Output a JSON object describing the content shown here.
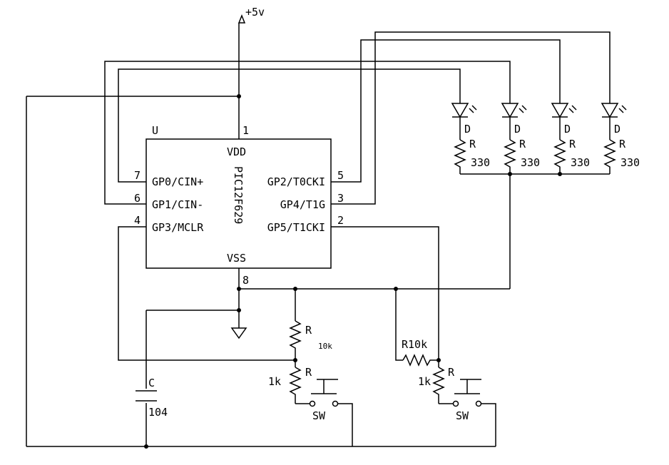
{
  "supply": "+5v",
  "chip": {
    "ref": "U",
    "part": "PIC12F629",
    "vdd": "VDD",
    "vss": "VSS",
    "pins": {
      "p1": "1",
      "p2": "2",
      "p3": "3",
      "p4": "4",
      "p5": "5",
      "p6": "6",
      "p7": "7",
      "p8": "8"
    },
    "left_labels": [
      "GP0/CIN+",
      "GP1/CIN-",
      "GP3/MCLR"
    ],
    "right_labels": [
      "GP2/T0CKI",
      "GP4/T1G",
      "GP5/T1CKI"
    ]
  },
  "leds": [
    {
      "ref": "D",
      "r_ref": "R",
      "r_val": "330"
    },
    {
      "ref": "D",
      "r_ref": "R",
      "r_val": "330"
    },
    {
      "ref": "D",
      "r_ref": "R",
      "r_val": "330"
    },
    {
      "ref": "D",
      "r_ref": "R",
      "r_val": "330"
    }
  ],
  "switch1": {
    "pullup_ref": "R",
    "pullup_val": "10k",
    "series_ref": "R",
    "series_val": "1k",
    "sw": "SW"
  },
  "switch2": {
    "pullup_label": "R10k",
    "series_ref": "R",
    "series_val": "1k",
    "sw": "SW"
  },
  "capacitor": {
    "ref": "C",
    "val": "104"
  }
}
